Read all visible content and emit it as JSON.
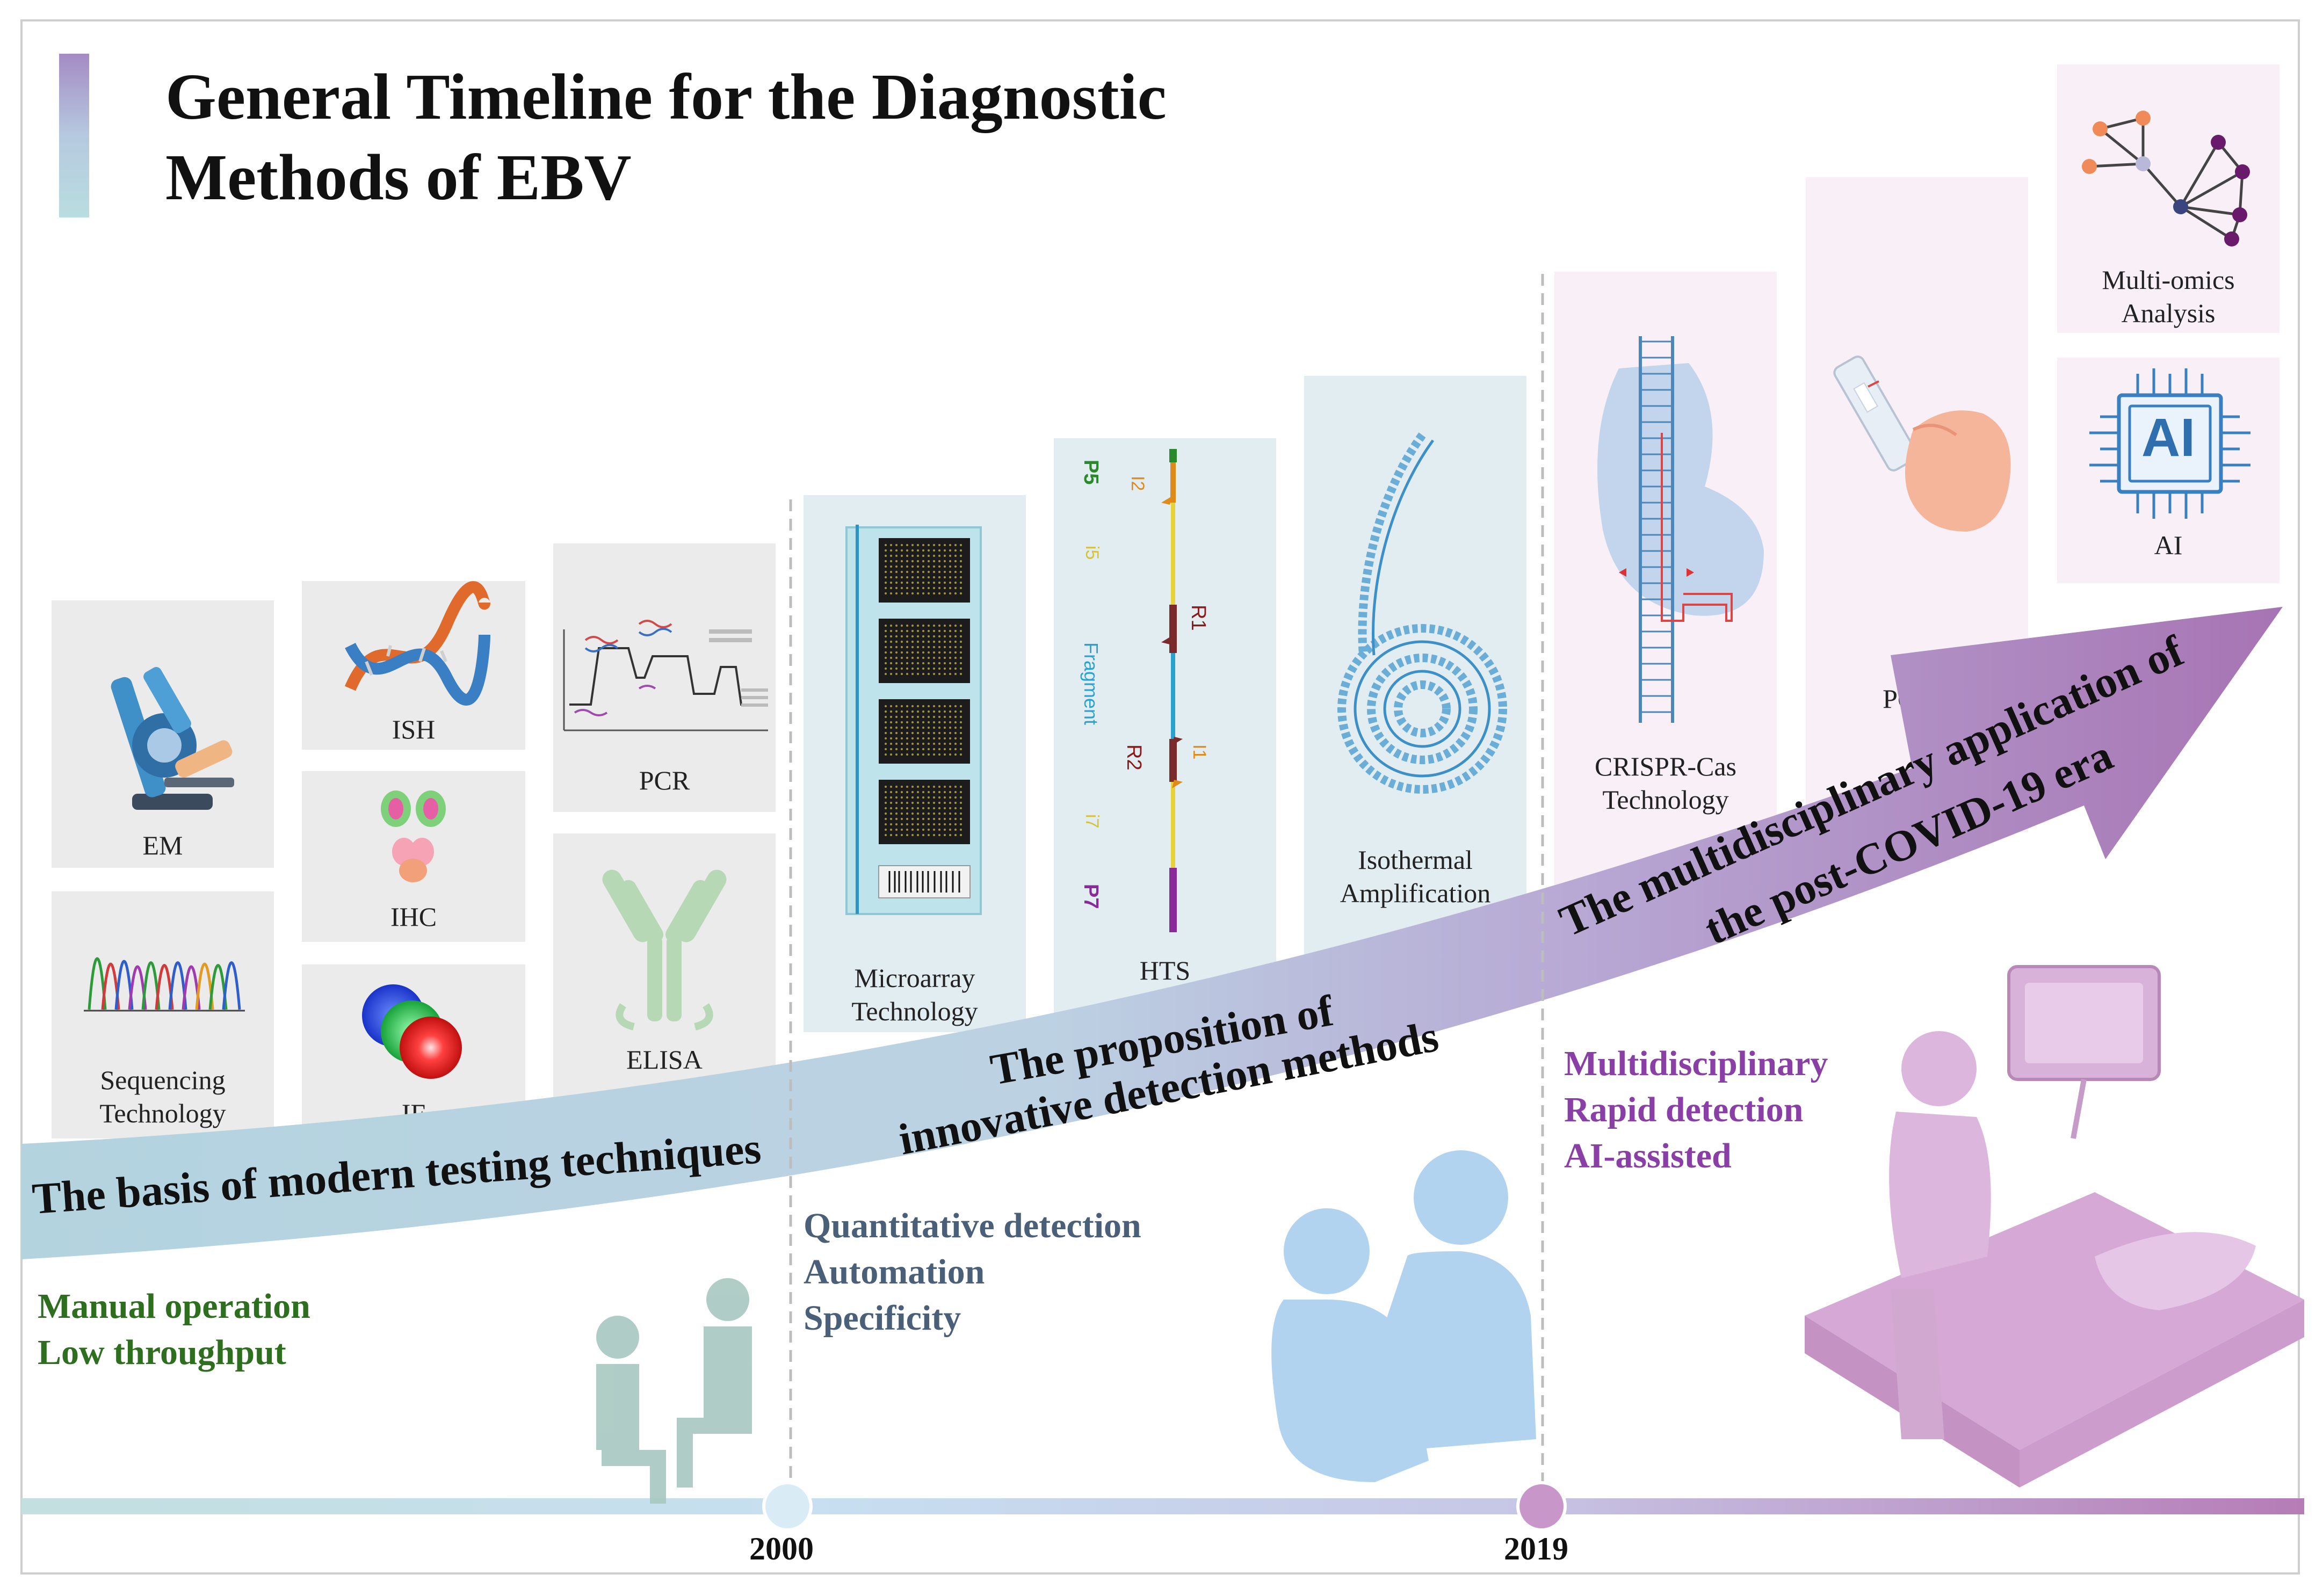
{
  "title": {
    "line1": "General Timeline for the Diagnostic",
    "line2": "Methods of EBV"
  },
  "methods": {
    "em": "EM",
    "sequencing_line1": "Sequencing",
    "sequencing_line2": "Technology",
    "ish": "ISH",
    "ihc": "IHC",
    "if": "IF",
    "pcr": "PCR",
    "elisa": "ELISA",
    "microarray_line1": "Microarray",
    "microarray_line2": "Technology",
    "hts": "HTS",
    "isothermal_line1": "Isothermal",
    "isothermal_line2": "Amplification",
    "crispr_line1": "CRISPR-Cas",
    "crispr_line2": "Technology",
    "poct": "POCT",
    "multiomics_line1": "Multi-omics",
    "multiomics_line2": "Analysis",
    "ai": "AI",
    "ai_chip_text": "AI"
  },
  "hts_labels": {
    "p5": "P5",
    "i2": "I2",
    "i5": "i5",
    "r1": "R1",
    "fragment": "Fragment",
    "r2": "R2",
    "i1": "I1",
    "i7": "i7",
    "p7": "P7"
  },
  "eras": [
    {
      "banner": "The basis of modern testing techniques",
      "features": [
        "Manual operation",
        "Low throughput"
      ],
      "color": "#2e6e1f"
    },
    {
      "banner_line1": "The proposition of",
      "banner_line2": "innovative detection methods",
      "features": [
        "Quantitative detection",
        "Automation",
        "Specificity"
      ],
      "color": "#4a5f78"
    },
    {
      "banner_line1": "The multidisciplinary application of",
      "banner_line2": "the post-COVID-19 era",
      "features": [
        "Multidisciplinary",
        "Rapid detection",
        "AI-assisted"
      ],
      "color": "#8a3fa6"
    }
  ],
  "timeline": {
    "milestones": [
      "2000",
      "2019"
    ],
    "color_start": "#c3dfe0",
    "color_mid": "#c7dff0",
    "color_end": "#b67cb6"
  },
  "colors": {
    "arrow_start": "#b3d3df",
    "arrow_end": "#a774b3",
    "card_gray": "#ebebeb",
    "card_blue": "#e2edf2",
    "card_pink": "#f8f0f6"
  }
}
